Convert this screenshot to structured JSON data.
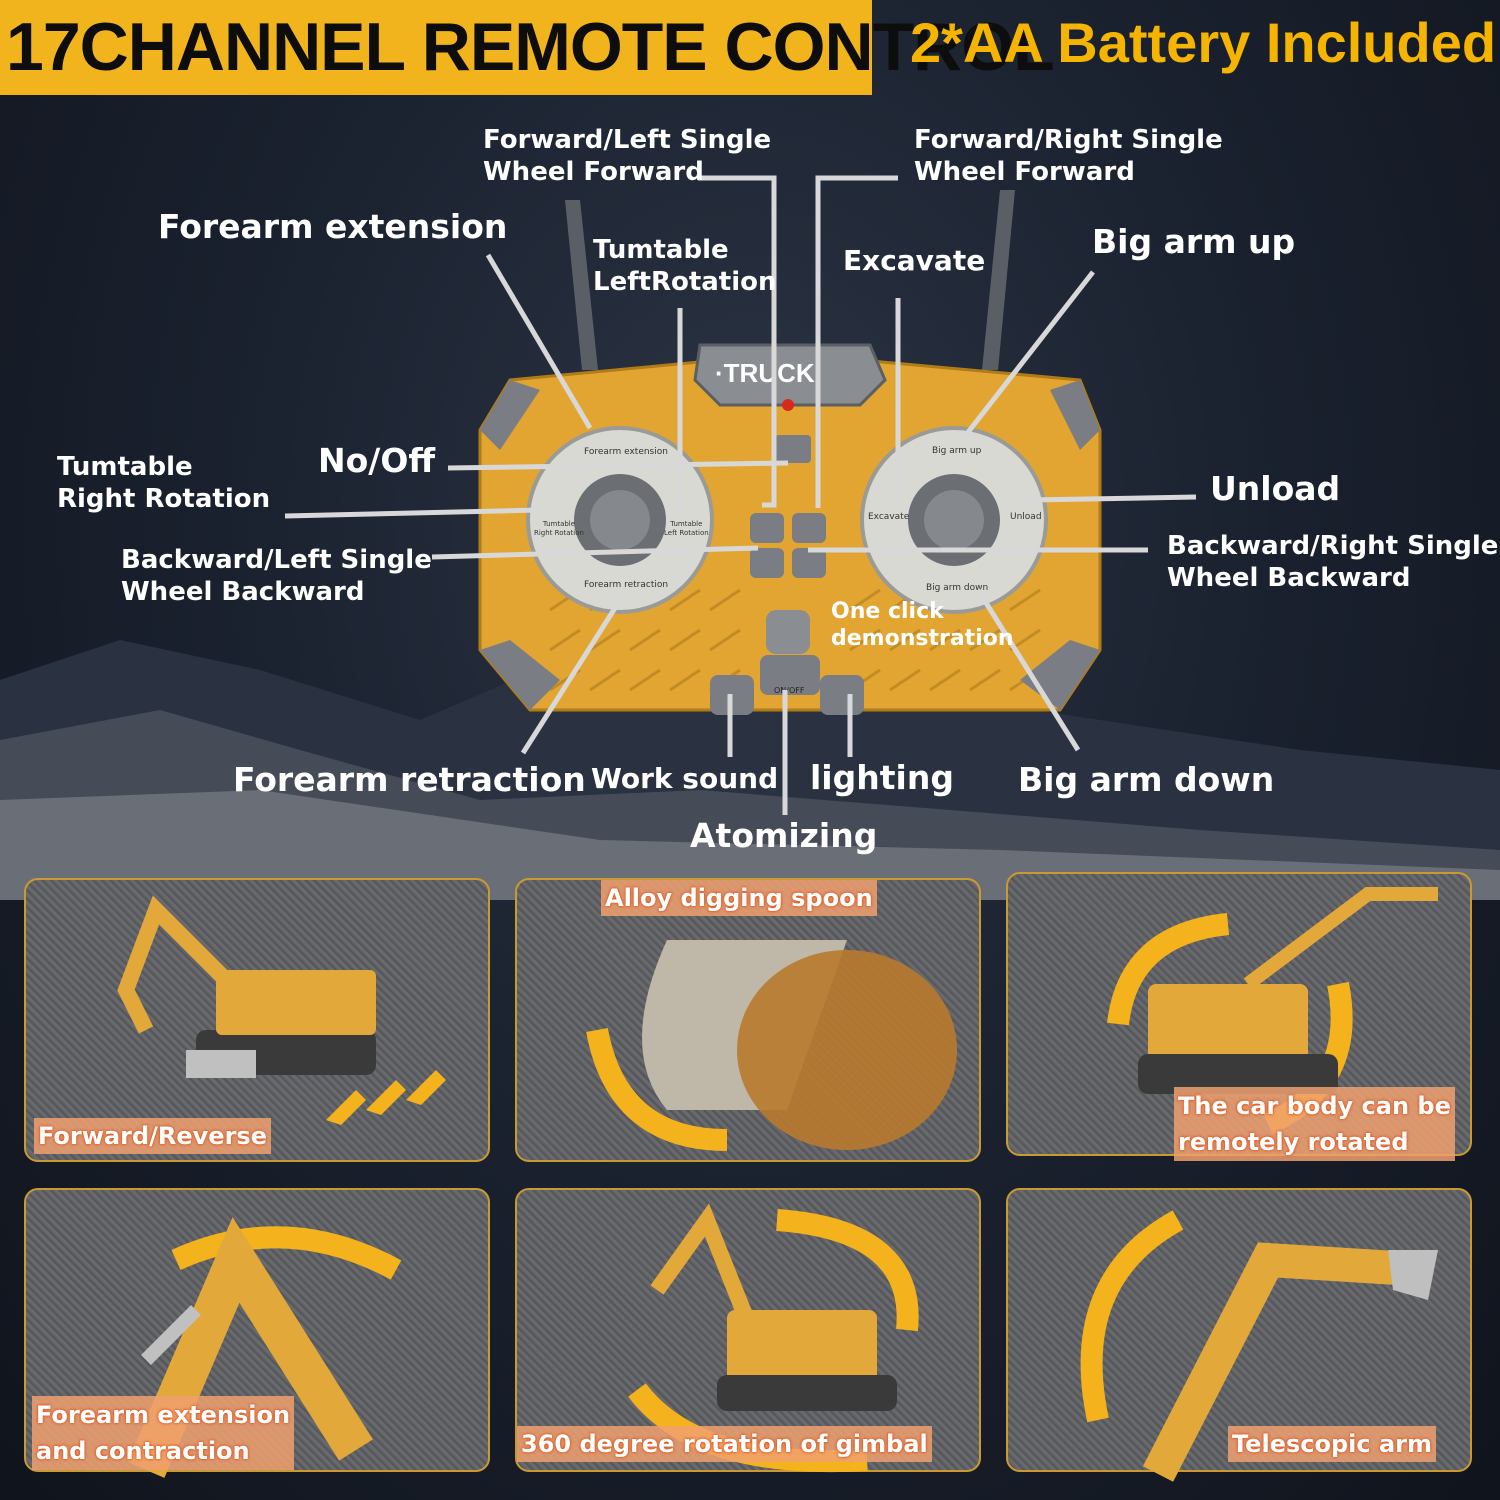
{
  "header": {
    "channel_title": "17CHANNEL REMOTE CONTROL",
    "battery_note": "2*AA Battery Included"
  },
  "remote": {
    "brand": "·TRUCK·",
    "dial_left": {
      "top": "Forearm extension",
      "left": "Tumtable\nRight Rotation",
      "right": "Tumtable\nLeft Rotation",
      "bottom": "Forearm retraction"
    },
    "dial_right": {
      "top": "Big arm up",
      "left": "Excavate",
      "right": "Unload",
      "bottom": "Big arm down"
    },
    "onoff": "ON/OFF"
  },
  "labels": {
    "forward_left": "Forward/Left Single\nWheel Forward",
    "forward_right": "Forward/Right Single\nWheel Forward",
    "forearm_extension": "Forearm extension",
    "tumtable_left": "Tumtable\nLeftRotation",
    "excavate": "Excavate",
    "big_arm_up": "Big arm up",
    "tumtable_right": "Tumtable\nRight Rotation",
    "no_off": "No/Off",
    "unload": "Unload",
    "backward_left": "Backward/Left Single\nWheel Backward",
    "backward_right": "Backward/Right Single\nWheel Backward",
    "one_click": "One click\ndemonstration",
    "forearm_retraction": "Forearm retraction",
    "work_sound": "Work sound",
    "lighting": "lighting",
    "big_arm_down": "Big arm down",
    "atomizing": "Atomizing"
  },
  "features": [
    {
      "caption": "Forward/Reverse"
    },
    {
      "caption": "Alloy digging spoon"
    },
    {
      "caption": "The car body can be\nremotely rotated"
    },
    {
      "caption": "Forearm extension\nand contraction"
    },
    {
      "caption": "360 degree rotation of gimbal"
    },
    {
      "caption": "Telescopic arm"
    }
  ],
  "colors": {
    "accent": "#f2b41c",
    "remote_body": "#e2a531",
    "caption_glow": "#e0551f",
    "arrow": "#f4b31c"
  }
}
